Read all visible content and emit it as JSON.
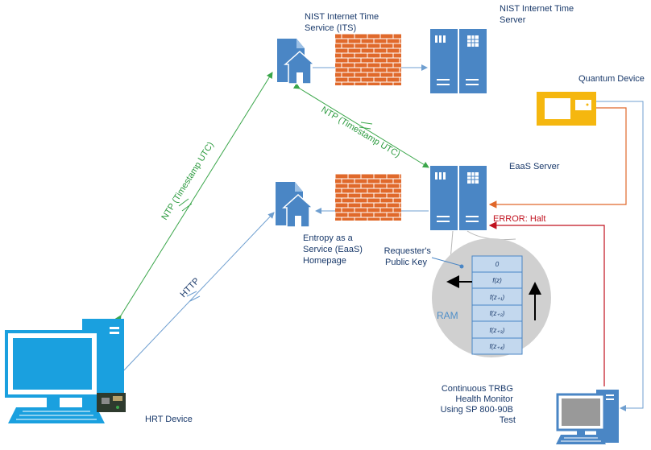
{
  "labels": {
    "nist_its": [
      "NIST Internet Time",
      "Service (ITS)"
    ],
    "nist_server": [
      "NIST Internet Time",
      "Server"
    ],
    "quantum": "Quantum Device",
    "eaas_server": "EaaS Server",
    "entropy_homepage": [
      "Entropy as a",
      "Service (EaaS)",
      "Homepage"
    ],
    "requester_key": [
      "Requester's",
      "Public Key"
    ],
    "ram": "RAM",
    "continuous": [
      "Continuous TRBG",
      "Health Monitor",
      "Using SP 800-90B",
      "Test"
    ],
    "hrt": "HRT Device"
  },
  "links": {
    "ntp_left": "NTP (Timestamp UTC)",
    "ntp_right": "NTP (Timestamp UTC)",
    "http": "HTTP",
    "error": "ERROR: Halt"
  },
  "ram_cells": [
    "0",
    "f(z)",
    "f(z₊₁)",
    "f(z₊₂)",
    "f(z₊₃)",
    "f(z₊₄)"
  ],
  "colors": {
    "blue": "#4a86c5",
    "blue_dark": "#2f6aa6",
    "green": "#3aa64a",
    "orange": "#e0672a",
    "red": "#c1121f",
    "brick": "#e0692b",
    "gold": "#f5b70f"
  }
}
